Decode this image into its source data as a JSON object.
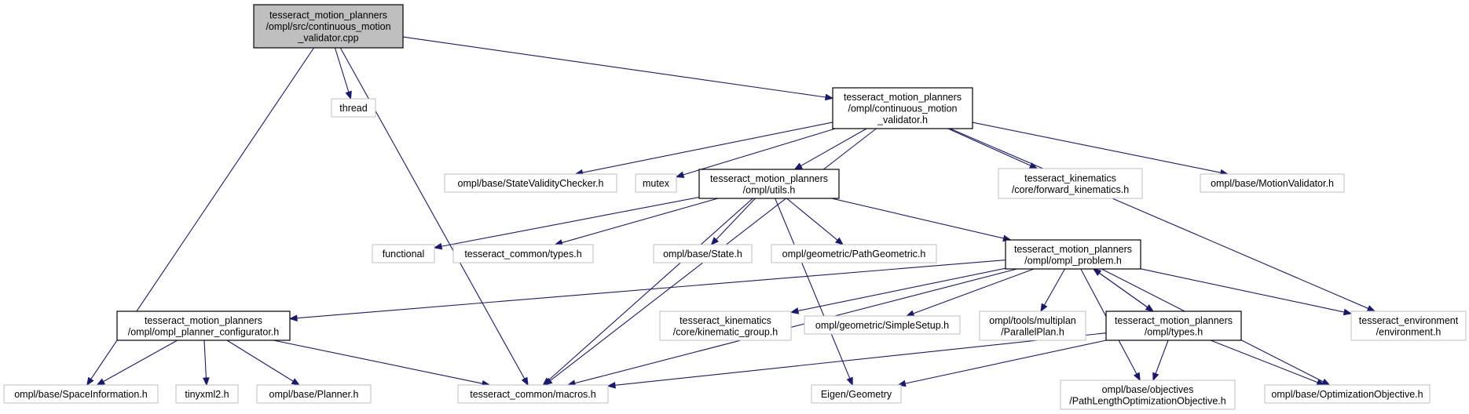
{
  "colors": {
    "edge": "#191970",
    "main_node_fill": "#bfbfbf",
    "external_node_border": "#bfbfbf"
  },
  "nodes": [
    {
      "id": "cmv_cpp",
      "lines": [
        "tesseract_motion_planners",
        "/ompl/src/continuous_motion",
        "_validator.cpp"
      ]
    },
    {
      "id": "thread",
      "lines": [
        "thread"
      ]
    },
    {
      "id": "cmv_h",
      "lines": [
        "tesseract_motion_planners",
        "/ompl/continuous_motion",
        "_validator.h"
      ]
    },
    {
      "id": "svc",
      "lines": [
        "ompl/base/StateValidityChecker.h"
      ]
    },
    {
      "id": "mutex",
      "lines": [
        "mutex"
      ]
    },
    {
      "id": "utils",
      "lines": [
        "tesseract_motion_planners",
        "/ompl/utils.h"
      ]
    },
    {
      "id": "fwdkin",
      "lines": [
        "tesseract_kinematics",
        "/core/forward_kinematics.h"
      ]
    },
    {
      "id": "motionval",
      "lines": [
        "ompl/base/MotionValidator.h"
      ]
    },
    {
      "id": "functional",
      "lines": [
        "functional"
      ]
    },
    {
      "id": "tc_types",
      "lines": [
        "tesseract_common/types.h"
      ]
    },
    {
      "id": "state",
      "lines": [
        "ompl/base/State.h"
      ]
    },
    {
      "id": "pathgeo",
      "lines": [
        "ompl/geometric/PathGeometric.h"
      ]
    },
    {
      "id": "problem",
      "lines": [
        "tesseract_motion_planners",
        "/ompl/ompl_problem.h"
      ]
    },
    {
      "id": "configurator",
      "lines": [
        "tesseract_motion_planners",
        "/ompl/ompl_planner_configurator.h"
      ]
    },
    {
      "id": "kingroup",
      "lines": [
        "tesseract_kinematics",
        "/core/kinematic_group.h"
      ]
    },
    {
      "id": "simplesetup",
      "lines": [
        "ompl/geometric/SimpleSetup.h"
      ]
    },
    {
      "id": "parallelplan",
      "lines": [
        "ompl/tools/multiplan",
        "/ParallelPlan.h"
      ]
    },
    {
      "id": "mp_types",
      "lines": [
        "tesseract_motion_planners",
        "/ompl/types.h"
      ]
    },
    {
      "id": "environment",
      "lines": [
        "tesseract_environment",
        "/environment.h"
      ]
    },
    {
      "id": "spaceinfo",
      "lines": [
        "ompl/base/SpaceInformation.h"
      ]
    },
    {
      "id": "tinyxml",
      "lines": [
        "tinyxml2.h"
      ]
    },
    {
      "id": "planner",
      "lines": [
        "ompl/base/Planner.h"
      ]
    },
    {
      "id": "macros",
      "lines": [
        "tesseract_common/macros.h"
      ]
    },
    {
      "id": "eigengeo",
      "lines": [
        "Eigen/Geometry"
      ]
    },
    {
      "id": "pathlength",
      "lines": [
        "ompl/base/objectives",
        "/PathLengthOptimizationObjective.h"
      ]
    },
    {
      "id": "optobj",
      "lines": [
        "ompl/base/OptimizationObjective.h"
      ]
    }
  ],
  "edges": [
    [
      "cmv_cpp",
      "thread"
    ],
    [
      "cmv_cpp",
      "cmv_h"
    ],
    [
      "cmv_cpp",
      "spaceinfo"
    ],
    [
      "cmv_cpp",
      "macros"
    ],
    [
      "cmv_h",
      "svc"
    ],
    [
      "cmv_h",
      "mutex"
    ],
    [
      "cmv_h",
      "utils"
    ],
    [
      "cmv_h",
      "fwdkin"
    ],
    [
      "cmv_h",
      "motionval"
    ],
    [
      "cmv_h",
      "environment"
    ],
    [
      "cmv_h",
      "macros"
    ],
    [
      "utils",
      "functional"
    ],
    [
      "utils",
      "tc_types"
    ],
    [
      "utils",
      "state"
    ],
    [
      "utils",
      "pathgeo"
    ],
    [
      "utils",
      "problem"
    ],
    [
      "utils",
      "eigengeo"
    ],
    [
      "utils",
      "macros"
    ],
    [
      "problem",
      "configurator"
    ],
    [
      "problem",
      "kingroup"
    ],
    [
      "problem",
      "simplesetup"
    ],
    [
      "problem",
      "parallelplan"
    ],
    [
      "problem",
      "mp_types"
    ],
    [
      "problem",
      "environment"
    ],
    [
      "problem",
      "pathlength"
    ],
    [
      "problem",
      "optobj"
    ],
    [
      "problem",
      "macros"
    ],
    [
      "mp_types",
      "problem"
    ],
    [
      "mp_types",
      "macros"
    ],
    [
      "mp_types",
      "eigengeo"
    ],
    [
      "mp_types",
      "pathlength"
    ],
    [
      "mp_types",
      "optobj"
    ],
    [
      "configurator",
      "spaceinfo"
    ],
    [
      "configurator",
      "tinyxml"
    ],
    [
      "configurator",
      "planner"
    ],
    [
      "configurator",
      "macros"
    ]
  ]
}
